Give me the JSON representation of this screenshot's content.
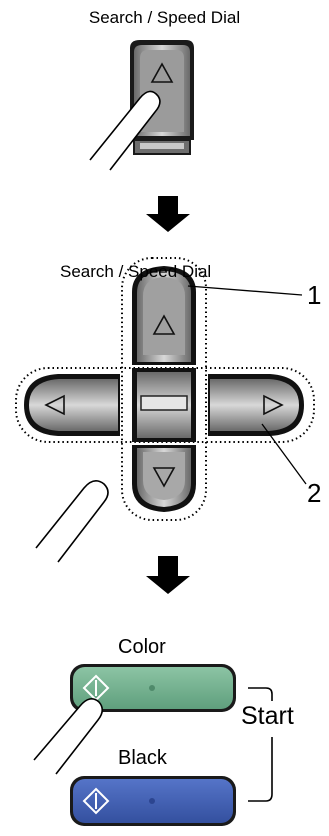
{
  "top_label": "Search / Speed Dial",
  "middle_label": "Search / Speed Dial",
  "callouts": {
    "one": "1",
    "two": "2"
  },
  "buttons": {
    "color_label": "Color",
    "black_label": "Black",
    "start_label": "Start"
  },
  "icons": {
    "up": "triangle-up-icon",
    "down": "triangle-down-icon",
    "left": "triangle-left-icon",
    "right": "triangle-right-icon",
    "start": "diamond-start-icon",
    "arrow": "down-arrow-icon",
    "finger": "finger-icon"
  },
  "colors": {
    "color_button": "#6fae8c",
    "black_button": "#3d5bb3",
    "key_gray": "#8e8e8e",
    "ink": "#000000"
  }
}
